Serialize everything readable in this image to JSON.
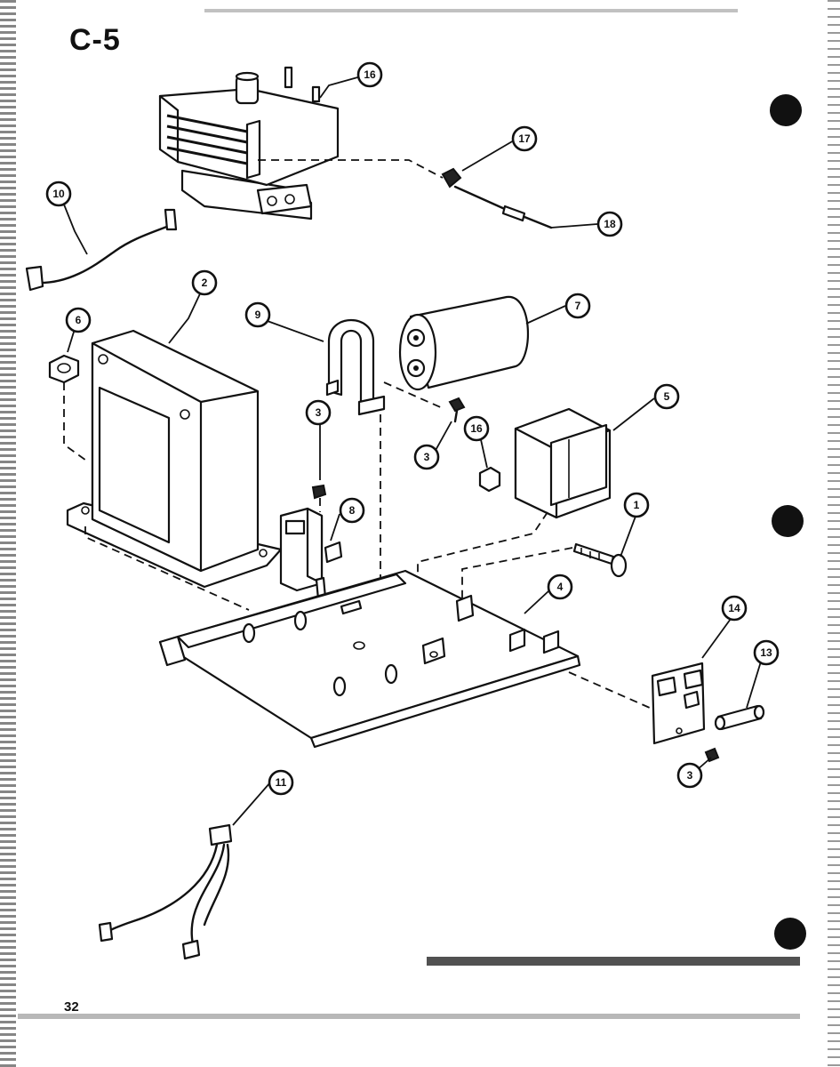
{
  "page": {
    "section_code": "C-5",
    "page_number": "32"
  },
  "callouts": [
    "16",
    "17",
    "18",
    "10",
    "2",
    "9",
    "7",
    "6",
    "3",
    "3",
    "16",
    "5",
    "8",
    "1",
    "4",
    "14",
    "13",
    "3",
    "11"
  ]
}
